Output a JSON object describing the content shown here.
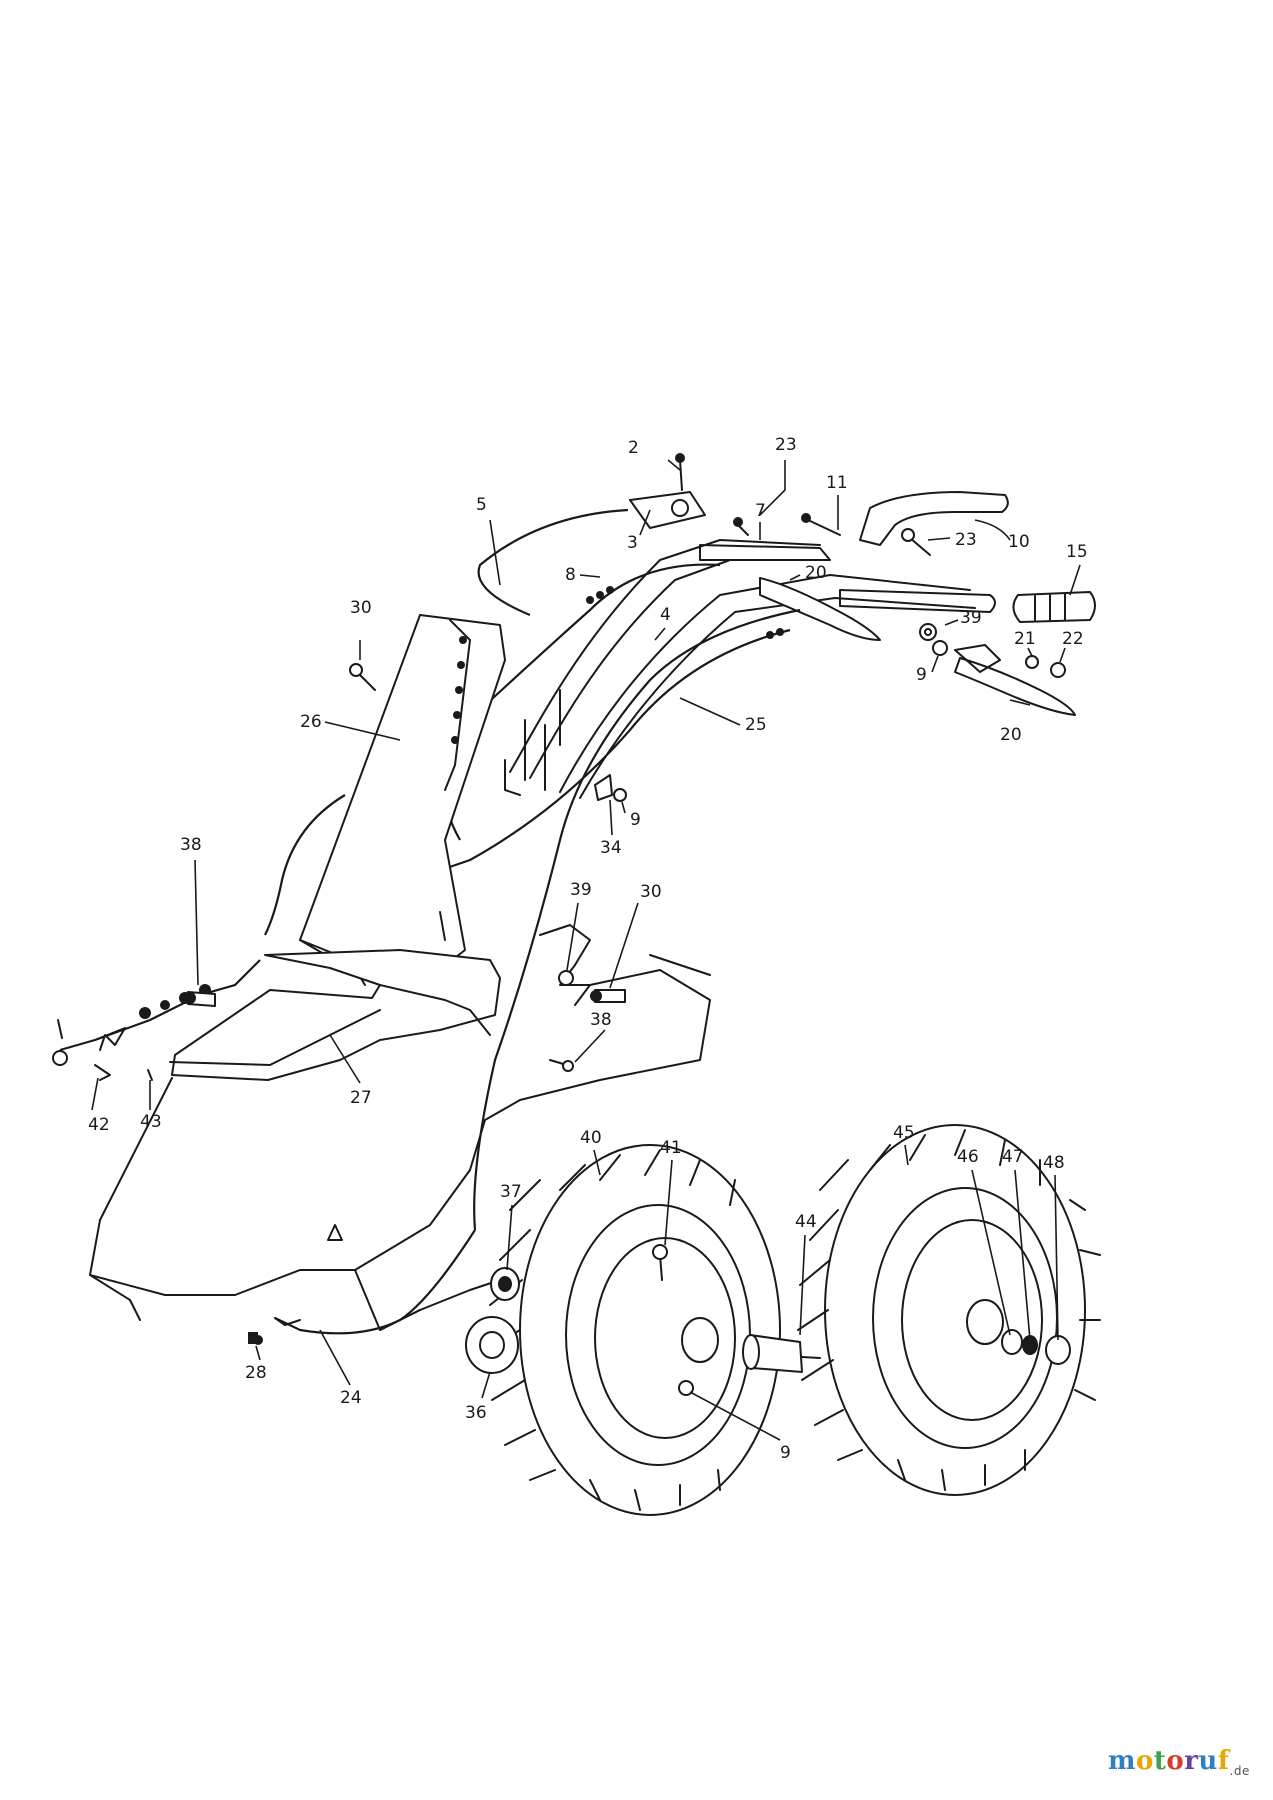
{
  "watermark": {
    "text": "motoruf",
    "suffix": ".de"
  },
  "parts": [
    {
      "id": "p2",
      "label": "2"
    },
    {
      "id": "p23a",
      "label": "23"
    },
    {
      "id": "p11",
      "label": "11"
    },
    {
      "id": "p5",
      "label": "5"
    },
    {
      "id": "p3",
      "label": "3"
    },
    {
      "id": "p7",
      "label": "7"
    },
    {
      "id": "p23b",
      "label": "23"
    },
    {
      "id": "p10",
      "label": "10"
    },
    {
      "id": "p15",
      "label": "15"
    },
    {
      "id": "p8",
      "label": "8"
    },
    {
      "id": "p20a",
      "label": "20"
    },
    {
      "id": "p30a",
      "label": "30"
    },
    {
      "id": "p4",
      "label": "4"
    },
    {
      "id": "p39a",
      "label": "39"
    },
    {
      "id": "p21",
      "label": "21"
    },
    {
      "id": "p22",
      "label": "22"
    },
    {
      "id": "p9a",
      "label": "9"
    },
    {
      "id": "p26",
      "label": "26"
    },
    {
      "id": "p25",
      "label": "25"
    },
    {
      "id": "p20b",
      "label": "20"
    },
    {
      "id": "p9b",
      "label": "9"
    },
    {
      "id": "p38a",
      "label": "38"
    },
    {
      "id": "p34",
      "label": "34"
    },
    {
      "id": "p39b",
      "label": "39"
    },
    {
      "id": "p30b",
      "label": "30"
    },
    {
      "id": "p38b",
      "label": "38"
    },
    {
      "id": "p42",
      "label": "42"
    },
    {
      "id": "p43",
      "label": "43"
    },
    {
      "id": "p27",
      "label": "27"
    },
    {
      "id": "p40",
      "label": "40"
    },
    {
      "id": "p41",
      "label": "41"
    },
    {
      "id": "p45",
      "label": "45"
    },
    {
      "id": "p46",
      "label": "46"
    },
    {
      "id": "p47",
      "label": "47"
    },
    {
      "id": "p48",
      "label": "48"
    },
    {
      "id": "p37",
      "label": "37"
    },
    {
      "id": "p44",
      "label": "44"
    },
    {
      "id": "p28",
      "label": "28"
    },
    {
      "id": "p24",
      "label": "24"
    },
    {
      "id": "p36",
      "label": "36"
    },
    {
      "id": "p9c",
      "label": "9"
    }
  ]
}
